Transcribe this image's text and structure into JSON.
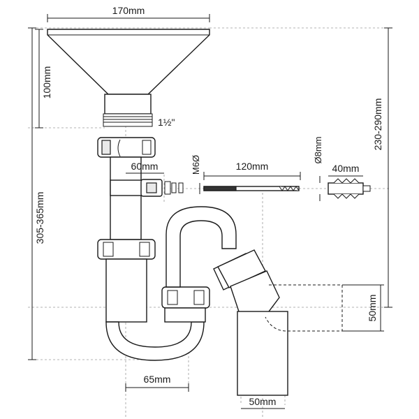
{
  "dimensions": {
    "top_width": "170mm",
    "funnel_height": "100mm",
    "thread_size": "1½\"",
    "bracket_offset": "60mm",
    "bolt_thread": "M6Ø",
    "bolt_length": "120mm",
    "plug_diameter": "Ø8mm",
    "plug_length": "40mm",
    "total_height": "305-365mm",
    "right_height": "230-290mm",
    "outlet_size": "50mm",
    "trap_offset": "65mm",
    "bottom_outlet": "50mm"
  },
  "colors": {
    "line": "#1a1a1a",
    "guide": "#9a9a9a",
    "background": "#ffffff"
  }
}
